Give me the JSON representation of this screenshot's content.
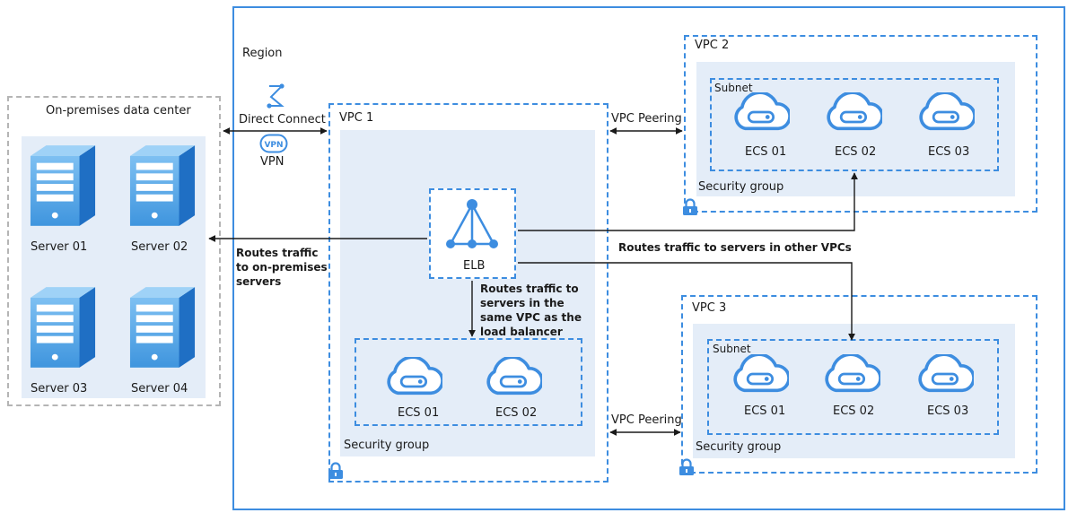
{
  "region": {
    "label": "Region"
  },
  "onprem": {
    "title": "On-premises data center",
    "servers": [
      {
        "label": "Server 01"
      },
      {
        "label": "Server 02"
      },
      {
        "label": "Server 03"
      },
      {
        "label": "Server 04"
      }
    ]
  },
  "connections": {
    "direct_connect": "Direct Connect",
    "vpn_badge": "VPN",
    "vpn": "VPN",
    "peering_top": "VPC Peering",
    "peering_bottom": "VPC Peering"
  },
  "vpc1": {
    "title": "VPC 1",
    "elb": "ELB",
    "security_group": "Security group",
    "ecs": [
      {
        "label": "ECS 01"
      },
      {
        "label": "ECS 02"
      }
    ]
  },
  "vpc2": {
    "title": "VPC 2",
    "subnet": "Subnet",
    "security_group": "Security group",
    "ecs": [
      {
        "label": "ECS 01"
      },
      {
        "label": "ECS 02"
      },
      {
        "label": "ECS 03"
      }
    ]
  },
  "vpc3": {
    "title": "VPC 3",
    "subnet": "Subnet",
    "security_group": "Security group",
    "ecs": [
      {
        "label": "ECS 01"
      },
      {
        "label": "ECS 02"
      },
      {
        "label": "ECS 03"
      }
    ]
  },
  "annotations": {
    "onprem_line1": "Routes traffic",
    "onprem_line2": "to on-premises",
    "onprem_line3": "servers",
    "same_line1": "Routes traffic to",
    "same_line2": "servers in the",
    "same_line3": "same VPC as the",
    "same_line4": "load balancer",
    "other_vpcs": "Routes traffic to servers in other VPCs"
  },
  "colors": {
    "accent": "#3d8de0",
    "panel": "#e4edf8",
    "frame_gray": "#b5b5b5",
    "line": "#1a1a1a"
  }
}
